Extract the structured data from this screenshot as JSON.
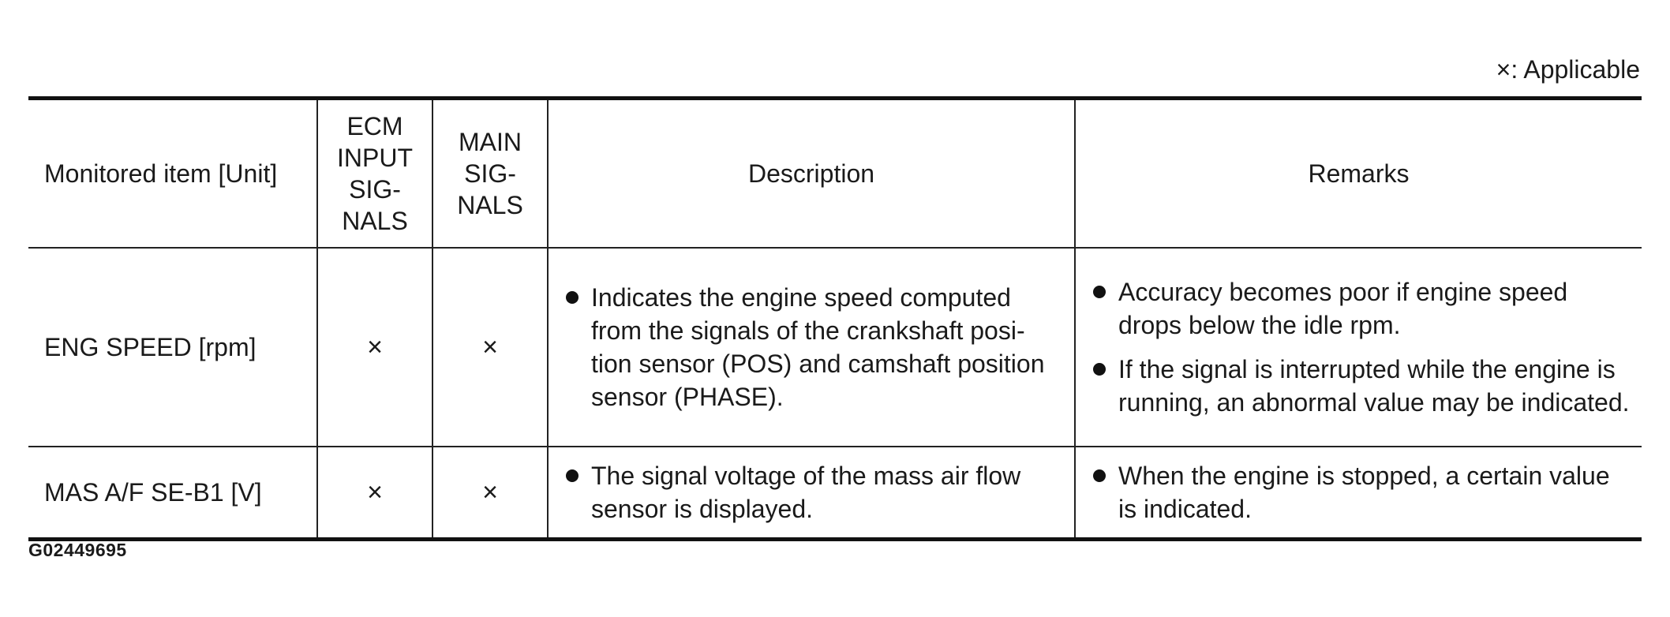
{
  "legend": "×: Applicable",
  "table": {
    "headers": {
      "item": "Monitored item [Unit]",
      "ecm_input": "ECM\nINPUT\nSIG-\nNALS",
      "main_signals": "MAIN\nSIG-\nNALS",
      "description": "Description",
      "remarks": "Remarks"
    },
    "rows": [
      {
        "item": "ENG SPEED [rpm]",
        "ecm_input": "×",
        "main_signals": "×",
        "description": [
          "Indicates the engine speed computed from the signals of the crankshaft posi-tion sensor (POS) and camshaft position sensor (PHASE)."
        ],
        "remarks": [
          "Accuracy becomes poor if engine speed drops below the idle rpm.",
          "If the signal is interrupted while the engine is running, an abnormal value may be indicated."
        ]
      },
      {
        "item": "MAS A/F SE-B1 [V]",
        "ecm_input": "×",
        "main_signals": "×",
        "description": [
          "The signal voltage of the mass air flow sensor is displayed."
        ],
        "remarks": [
          "When the engine is stopped, a certain value is indicated."
        ]
      }
    ]
  },
  "figure_id": "G02449695"
}
